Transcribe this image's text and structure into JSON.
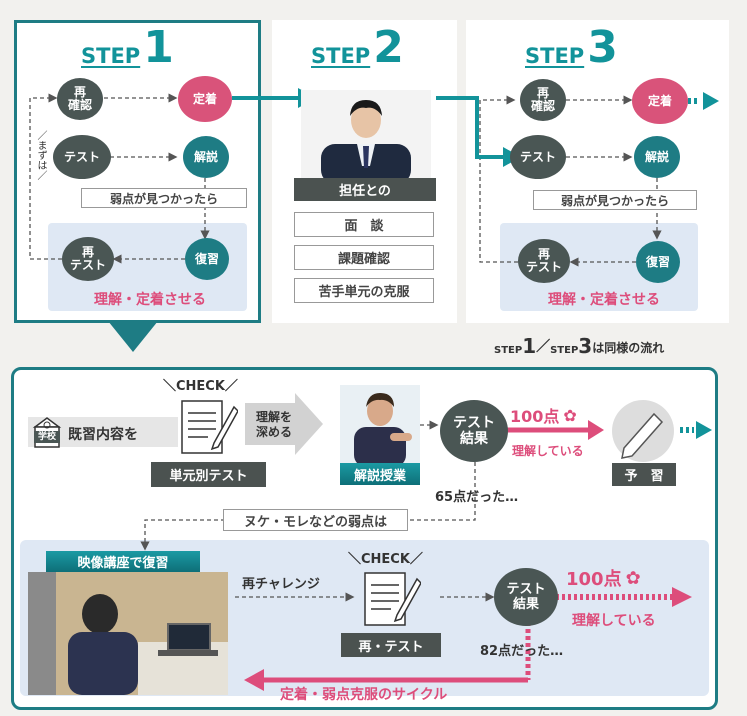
{
  "step1": {
    "step_word": "STEP",
    "step_num": "1",
    "node_reconfirm": "再\n確認",
    "node_fix": "定着",
    "node_test": "テスト",
    "node_explain": "解説",
    "node_retest": "再\nテスト",
    "node_review": "復習",
    "side_label": "／まずは／",
    "weak_found": "弱点が見つかったら",
    "understand": "理解・定着させる"
  },
  "step2": {
    "step_word": "STEP",
    "step_num": "2",
    "teacher_label": "担任との",
    "items": [
      "面　談",
      "課題確認",
      "苦手単元の克服"
    ]
  },
  "step3": {
    "step_word": "STEP",
    "step_num": "3",
    "node_reconfirm": "再\n確認",
    "node_fix": "定着",
    "node_test": "テスト",
    "node_explain": "解説",
    "node_retest": "再\nテスト",
    "node_review": "復習",
    "weak_found": "弱点が見つかったら",
    "understand": "理解・定着させる"
  },
  "same_flow": {
    "step_word_a": "STEP",
    "num_a": "1",
    "sep": "／",
    "step_word_b": "STEP",
    "num_b": "3",
    "tail": "は同様の流れ"
  },
  "detail": {
    "check1": "＼CHECK／",
    "school_tag": "学校",
    "learned": "既習内容を",
    "unit_test": "単元別テスト",
    "deepen": "理解を\n深める",
    "lecture": "解説授業",
    "test_result": "テスト\n結果",
    "score100": "100点",
    "understanding": "理解している",
    "preview": "予　習",
    "score65": "65点だった…",
    "weakness": "ヌケ・モレなどの弱点は",
    "video_review": "映像講座で復習",
    "rechallenge": "再チャレンジ",
    "check2": "＼CHECK／",
    "retest": "再・テスト",
    "test_result2": "テスト\n結果",
    "score100b": "100点",
    "understanding2": "理解している",
    "score82": "82点だった…",
    "cycle": "定着・弱点克服のサイクル"
  },
  "colors": {
    "teal": "#12939a",
    "pink": "#d9537a",
    "dark": "#4a5654"
  }
}
